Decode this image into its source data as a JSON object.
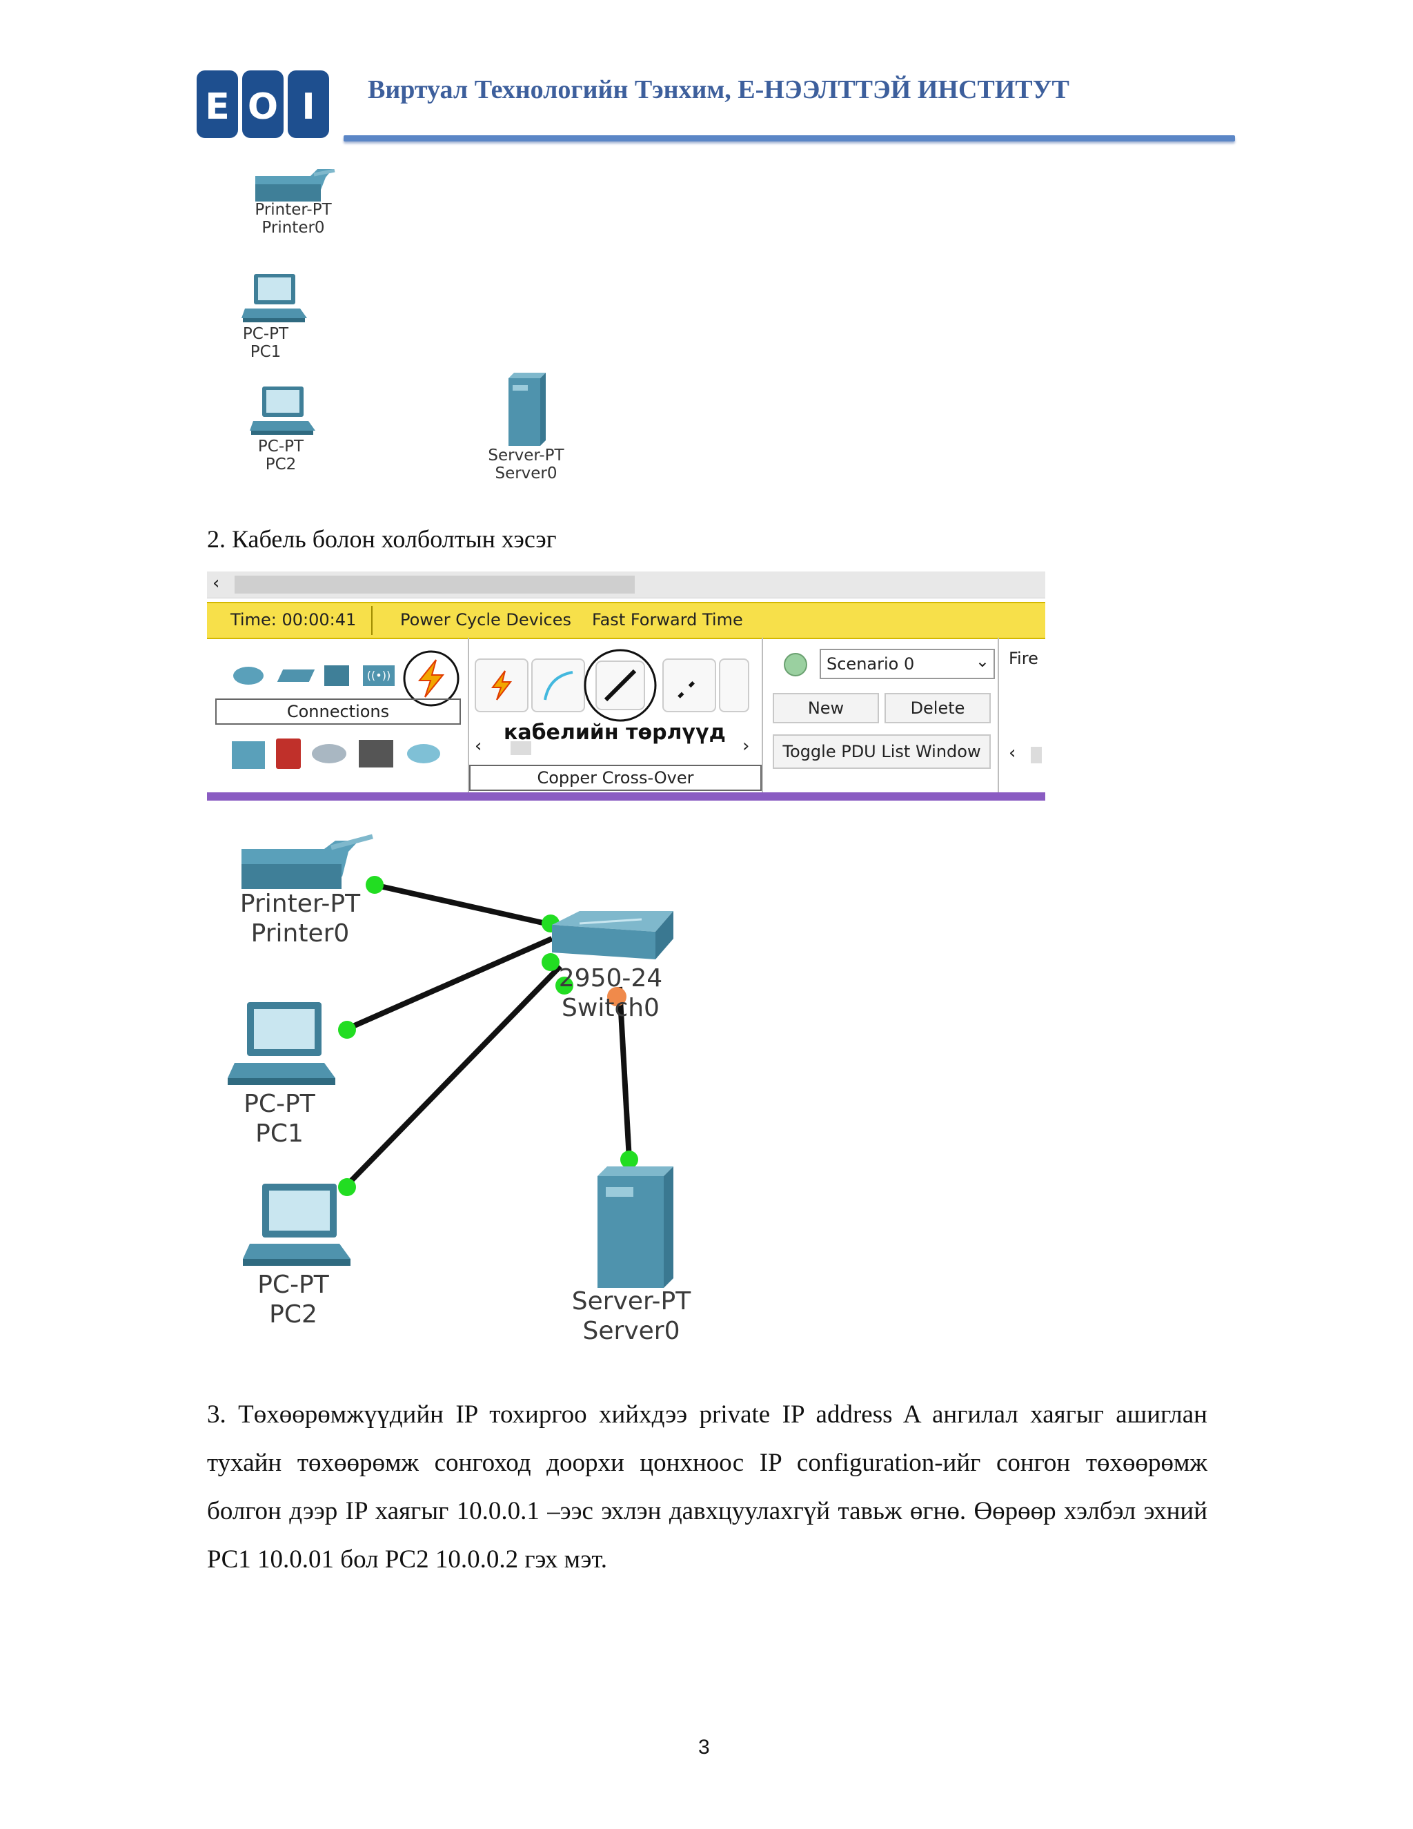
{
  "header": {
    "logo_letters": [
      "E",
      "O",
      "I"
    ],
    "title": "Виртуал Технологийн Тэнхим, Е-НЭЭЛТТЭЙ ИНСТИТУТ"
  },
  "figure1": {
    "devices": [
      {
        "model": "Printer-PT",
        "name": "Printer0"
      },
      {
        "model": "PC-PT",
        "name": "PC1"
      },
      {
        "model": "PC-PT",
        "name": "PC2"
      },
      {
        "model": "Server-PT",
        "name": "Server0"
      }
    ]
  },
  "section2": {
    "heading": "2. Кабель болон холболтын хэсэг"
  },
  "toolbar": {
    "time_label": "Time: 00:00:41",
    "power_cycle": "Power Cycle Devices",
    "fast_forward": "Fast Forward Time",
    "connections_label": "Connections",
    "annotation": "кабелийн төрлүүд",
    "selected_cable": "Copper Cross-Over",
    "scenario_value": "Scenario 0",
    "new_label": "New",
    "delete_label": "Delete",
    "toggle_pdu": "Toggle PDU List Window",
    "fire_label": "Fire"
  },
  "figure2": {
    "devices": [
      {
        "model": "Printer-PT",
        "name": "Printer0"
      },
      {
        "model": "PC-PT",
        "name": "PC1"
      },
      {
        "model": "PC-PT",
        "name": "PC2"
      },
      {
        "model": "Server-PT",
        "name": "Server0"
      },
      {
        "model": "2950-24",
        "name": "Switch0"
      }
    ],
    "link_color_up": "#22dd22",
    "link_color_pending": "#f08a4b"
  },
  "section3": {
    "text": "3. Төхөөрөмжүүдийн IP тохиргоо хийхдээ private IP address A ангилал хаягыг ашиглан тухайн төхөөрөмж сонгоход доорхи цонхноос IP configuration-ийг сонгон төхөөрөмж болгон дээр IP хаягыг 10.0.0.1 –ээс эхлэн давхцуулахгүй тавьж өгнө. Өөрөөр хэлбэл эхний PC1 10.0.01 бол PC2 10.0.0.2 гэх мэт."
  },
  "footer": {
    "page_number": "3"
  },
  "colors": {
    "header_title": "#3d5f9c",
    "header_rule": "#5b86c6",
    "logo_blue": "#1e4f8f",
    "toolbar_yellow": "#f7e04a",
    "device_teal": "#4f93ad"
  }
}
